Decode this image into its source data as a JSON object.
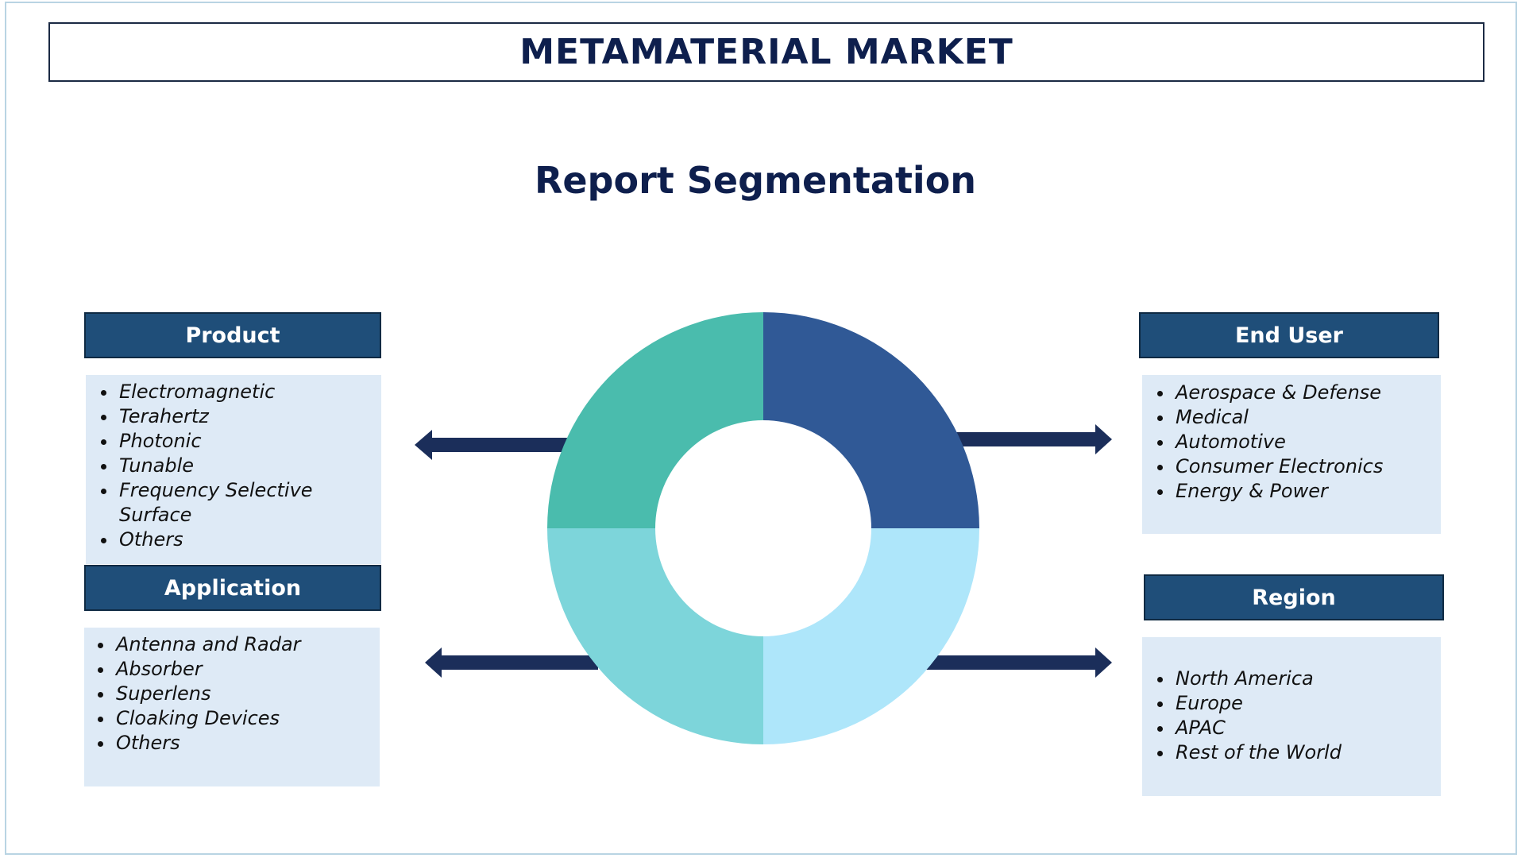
{
  "title": "METAMATERIAL MARKET",
  "subtitle": "Report Segmentation",
  "colors": {
    "header_bg": "#1f4e79",
    "list_bg": "#deeaf6",
    "title_text": "#0e1f4d",
    "arrow": "#1b2e5a",
    "segment_top_right": "#305996",
    "segment_top_left": "#4abcad",
    "segment_bottom_left": "#7dd5da",
    "segment_bottom_right": "#aee6fa"
  },
  "segments": {
    "product": {
      "label": "Product",
      "items": [
        "Electromagnetic",
        "Terahertz",
        "Photonic",
        "Tunable",
        "Frequency Selective Surface",
        "Others"
      ]
    },
    "application": {
      "label": "Application",
      "items": [
        "Antenna and Radar",
        "Absorber",
        "Superlens",
        "Cloaking Devices",
        "Others"
      ]
    },
    "end_user": {
      "label": "End User",
      "items": [
        "Aerospace & Defense",
        "Medical",
        "Automotive",
        "Consumer Electronics",
        "Energy & Power"
      ]
    },
    "region": {
      "label": "Region",
      "items": [
        "North America",
        "Europe",
        "APAC",
        "Rest of the World"
      ]
    }
  }
}
